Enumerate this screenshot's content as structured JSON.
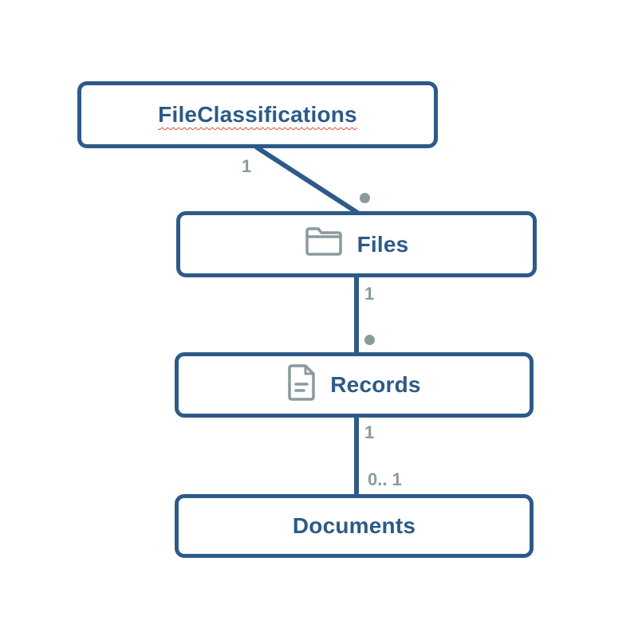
{
  "diagram": {
    "entities": {
      "file_classifications": {
        "label": "FileClassifications"
      },
      "files": {
        "label": "Files",
        "icon": "folder-icon"
      },
      "records": {
        "label": "Records",
        "icon": "document-icon"
      },
      "documents": {
        "label": "Documents"
      }
    },
    "relationships": [
      {
        "from": "FileClassifications",
        "to": "Files",
        "from_multiplicity": "1",
        "to_multiplicity": "many"
      },
      {
        "from": "Files",
        "to": "Records",
        "from_multiplicity": "1",
        "to_multiplicity": "many"
      },
      {
        "from": "Records",
        "to": "Documents",
        "from_multiplicity": "1",
        "to_multiplicity": "0.. 1"
      }
    ],
    "labels": {
      "fc_files_one": "1",
      "files_records_one": "1",
      "records_documents_one": "1",
      "records_documents_zero_one": "0.. 1"
    },
    "colors": {
      "box_border": "#2d5a88",
      "box_text": "#2d5a88",
      "multiplicity": "#8a9a9f",
      "icon": "#8a9a9f",
      "spellcheck_underline": "#e0473a"
    }
  }
}
